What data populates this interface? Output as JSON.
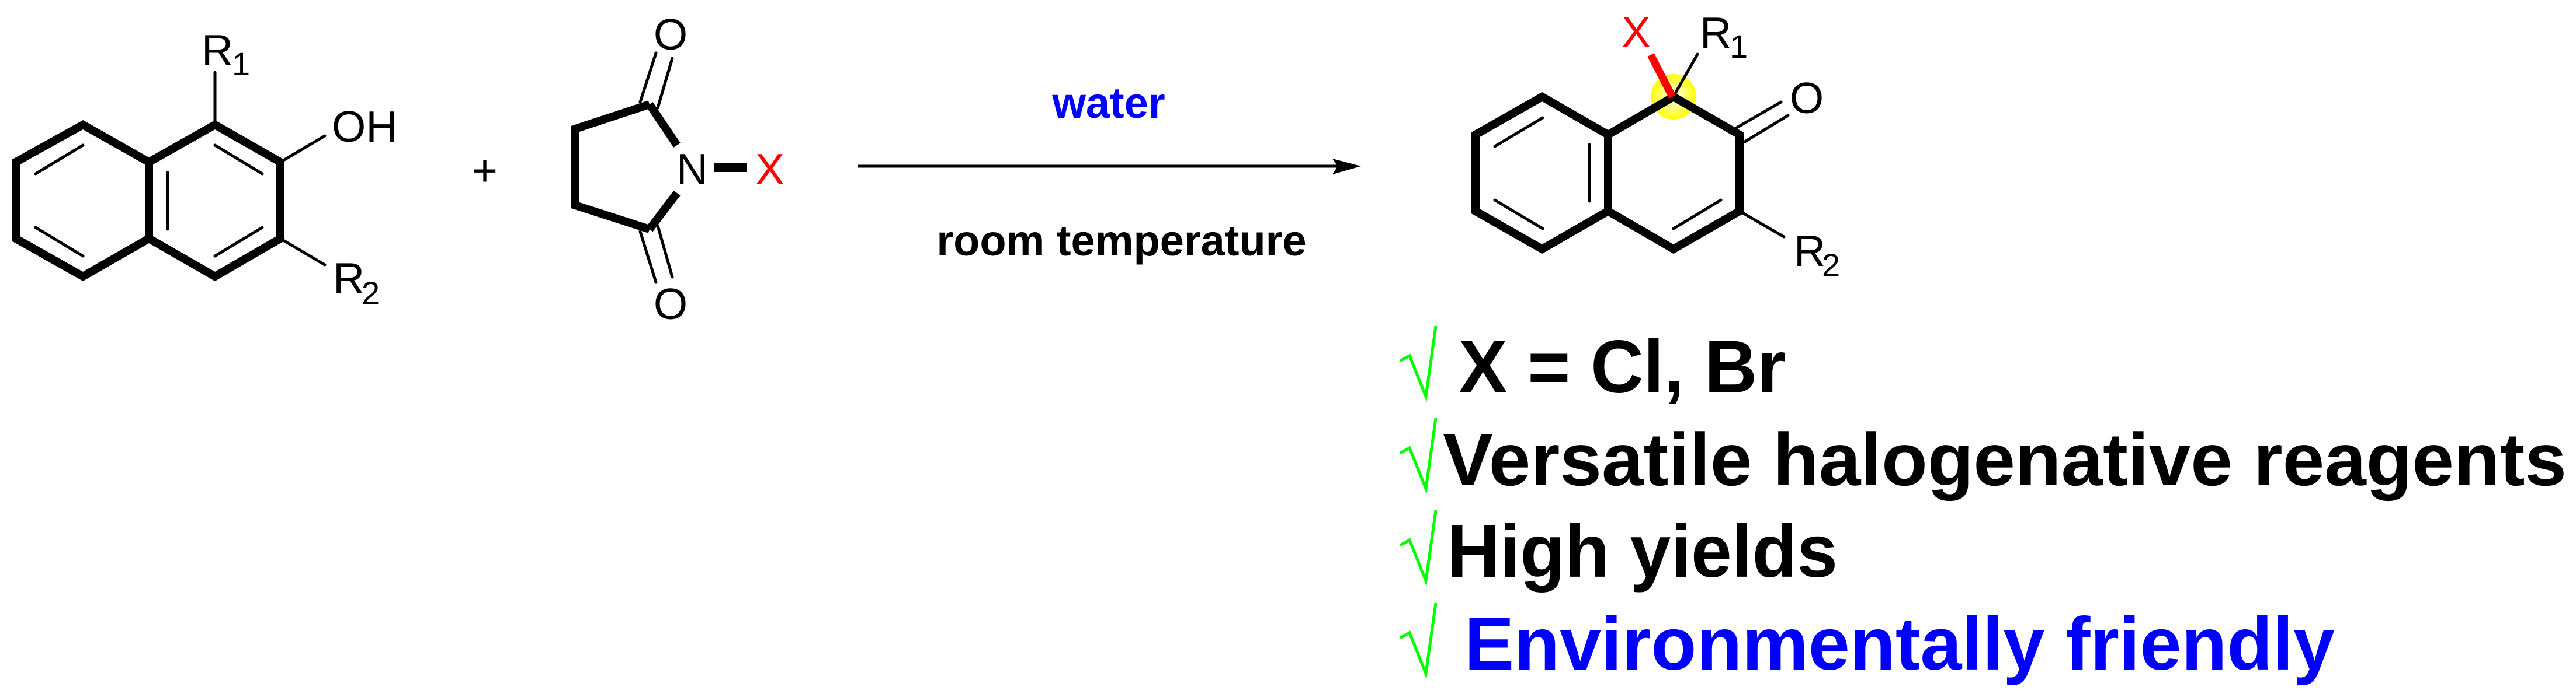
{
  "reactant1": {
    "r1": "R",
    "r1_sub": "1",
    "oh": "OH",
    "r2": "R",
    "r2_sub": "2"
  },
  "plus": "+",
  "reactant2": {
    "o_top": "O",
    "o_bottom": "O",
    "n": "N",
    "x": "X"
  },
  "conditions": {
    "above": "water",
    "below": "room temperature"
  },
  "product": {
    "x": "X",
    "r1": "R",
    "r1_sub": "1",
    "o": "O",
    "r2": "R",
    "r2_sub": "2"
  },
  "features": [
    {
      "text": "X = Cl, Br"
    },
    {
      "text": "Versatile halogenative reagents"
    },
    {
      "text": "High yields"
    },
    {
      "text": "Environmentally friendly"
    }
  ],
  "colors": {
    "halogen": "#ff0000",
    "solvent": "#0000ff",
    "check": "#00ff00",
    "highlight": "#ffff00",
    "emphasis": "#0000ff"
  }
}
